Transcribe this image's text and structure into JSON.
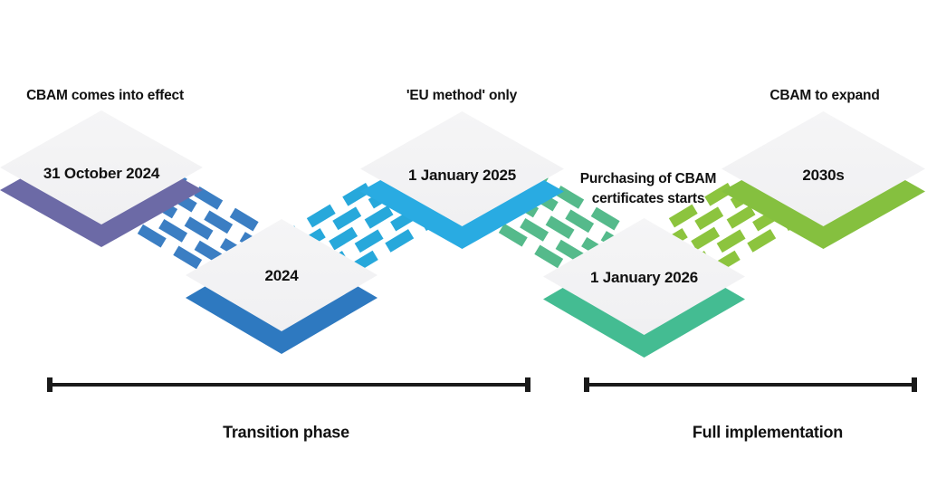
{
  "timeline": {
    "milestones": [
      {
        "date": "31 October 2024",
        "caption": "CBAM comes into effect",
        "row": "top",
        "tile_color": "#6c6aa6"
      },
      {
        "date": "2024",
        "caption": "",
        "row": "bottom",
        "tile_color": "#2e79c0"
      },
      {
        "date": "1 January 2025",
        "caption": "'EU method' only",
        "row": "top",
        "tile_color": "#29abe2"
      },
      {
        "date": "1 January 2026",
        "caption": "Purchasing of CBAM certificates starts",
        "row": "bottom",
        "tile_color": "#44bc92"
      },
      {
        "date": "2030s",
        "caption": "CBAM to expand",
        "row": "top",
        "tile_color": "#85c03f"
      }
    ],
    "connector_dash_colors": [
      "#3b7ec3",
      "#27a8db",
      "#55ba8b",
      "#8cc43e"
    ],
    "phases": [
      {
        "label": "Transition phase"
      },
      {
        "label": "Full implementation"
      }
    ],
    "colors": {
      "tile_face": "#f3f3f4",
      "text": "#111111",
      "axis": "#1a1a1a",
      "background": "#ffffff"
    }
  }
}
